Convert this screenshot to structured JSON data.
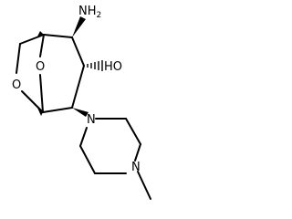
{
  "structure": {
    "atoms": {
      "nh2": {
        "label": "NH",
        "subscript": "2"
      },
      "oh": {
        "label": "HO"
      },
      "bridge_o_top": {
        "label": "O"
      },
      "bridge_o_bottom": {
        "label": "O"
      },
      "piperazine_n1": {
        "label": "N"
      },
      "piperazine_n4": {
        "label": "N"
      }
    }
  }
}
